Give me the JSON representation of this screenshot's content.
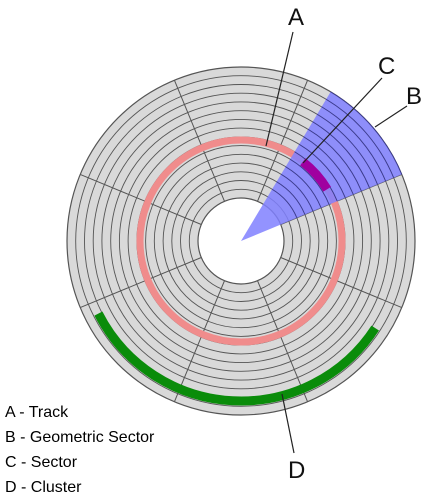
{
  "callouts": [
    {
      "letter": "A",
      "text": "Track"
    },
    {
      "letter": "B",
      "text": "Geometric Sector"
    },
    {
      "letter": "C",
      "text": "Sector"
    },
    {
      "letter": "D",
      "text": "Cluster"
    }
  ],
  "legend": [
    "A - Track",
    "B - Geometric Sector",
    "C - Sector",
    "D - Cluster"
  ],
  "colors": {
    "platter": "#d9d9d9",
    "track_lines": "#555555",
    "track_highlight": "#f08c8c",
    "geometric_sector": "#8c8cff",
    "sector": "#a000a0",
    "cluster": "#0a8c0a",
    "leader_lines": "#222222"
  }
}
